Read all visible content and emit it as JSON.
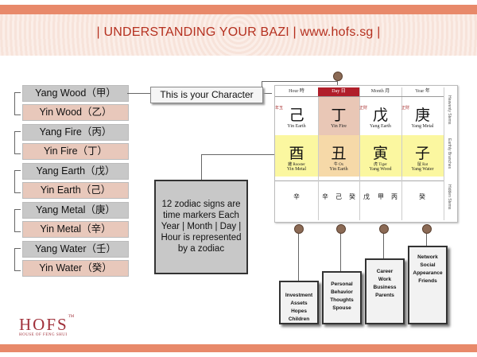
{
  "title": "| UNDERSTANDING YOUR BAZI | www.hofs.sg |",
  "stems": [
    {
      "label": "Yang Wood（甲）"
    },
    {
      "label": "Yin Wood（乙）"
    },
    {
      "label": "Yang Fire（丙）"
    },
    {
      "label": "Yin Fire（丁）"
    },
    {
      "label": "Yang Earth（戊）"
    },
    {
      "label": "Yin Earth（己）"
    },
    {
      "label": "Yang Metal（庚）"
    },
    {
      "label": "Yin Metal（辛）"
    },
    {
      "label": "Yang Water（壬）"
    },
    {
      "label": "Yin Water（癸）"
    }
  ],
  "character_label": "This is your Character",
  "zodiac_text": "12 zodiac signs are time markers Each Year | Month | Day | Hour is represented by a zodiac",
  "chart": {
    "headers": [
      "Hour 時",
      "Day 日",
      "Month 月",
      "Year 年"
    ],
    "stems": [
      {
        "char": "己",
        "name": "Yin Earth",
        "small": "年玉"
      },
      {
        "char": "丁",
        "name": "Yin Fire",
        "small": ""
      },
      {
        "char": "戊",
        "name": "Yang Earth",
        "small": "正財"
      },
      {
        "char": "庚",
        "name": "Yang Metal",
        "small": "正財"
      }
    ],
    "branches": [
      {
        "char": "酉",
        "animal": "雞 Rooster",
        "name": "Yin Metal"
      },
      {
        "char": "丑",
        "animal": "牛 Ox",
        "name": "Yin Earth"
      },
      {
        "char": "寅",
        "animal": "虎 Tiger",
        "name": "Yang Wood"
      },
      {
        "char": "子",
        "animal": "鼠 Rat",
        "name": "Yang Water"
      }
    ],
    "hidden": [
      [
        "辛"
      ],
      [
        "辛",
        "己",
        "癸"
      ],
      [
        "戊",
        "甲",
        "丙"
      ],
      [
        "癸"
      ]
    ],
    "side_labels": [
      "Heavenly Stems",
      "Earthly Branches",
      "Hidden Stems"
    ]
  },
  "pillar_boxes": [
    [
      "Investment",
      "Assets",
      "Hopes",
      "Children"
    ],
    [
      "Personal",
      "Behavior",
      "Thoughts",
      "Spouse"
    ],
    [
      "Career",
      "Work",
      "Business",
      "Parents"
    ],
    [
      "Network",
      "Social",
      "Appearance",
      "Friends"
    ]
  ],
  "logo": {
    "text": "HOFS",
    "tm": "TM",
    "subtitle": "HOUSE OF FENG SHUI"
  },
  "colors": {
    "accent": "#e8896a",
    "title": "#b5301f",
    "yang": "#c8c8c8",
    "yin": "#e8c8bb",
    "day_header": "#b01e2a",
    "branch_row": "#fbf7a0"
  }
}
